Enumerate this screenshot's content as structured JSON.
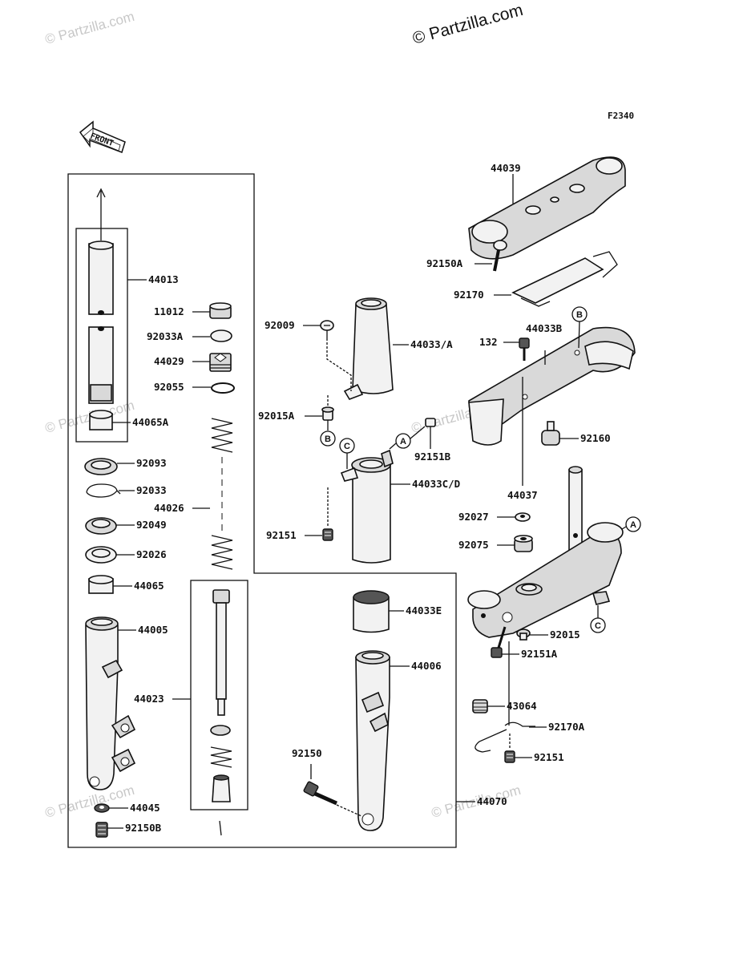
{
  "watermarks": {
    "main": "© Partzilla.com",
    "faint": "© Partzilla.com"
  },
  "figure_code": "F2340",
  "front_label": "FRONT",
  "callouts": {
    "a": "A",
    "b": "B",
    "c": "C"
  },
  "labels": {
    "p44039": "44039",
    "p92150A": "92150A",
    "p92170": "92170",
    "p132": "132",
    "p44033B": "44033B",
    "p92160": "92160",
    "p44037": "44037",
    "p92027": "92027",
    "p92075": "92075",
    "p92015": "92015",
    "p92151A": "92151A",
    "p43064": "43064",
    "p92170A": "92170A",
    "p92151_r": "92151",
    "p92009": "92009",
    "p44033A": "44033/A",
    "p92015A": "92015A",
    "p92151B": "92151B",
    "p44033CD": "44033C/D",
    "p92151_c": "92151",
    "p44013": "44013",
    "p11012": "11012",
    "p92033A": "92033A",
    "p44029": "44029",
    "p92055": "92055",
    "p44065A": "44065A",
    "p92093": "92093",
    "p92033": "92033",
    "p44026": "44026",
    "p92049": "92049",
    "p92026": "92026",
    "p44065": "44065",
    "p44005": "44005",
    "p44023": "44023",
    "p44045": "44045",
    "p92150B": "92150B",
    "p44033E": "44033E",
    "p44006": "44006",
    "p92150": "92150",
    "p44070": "44070"
  }
}
